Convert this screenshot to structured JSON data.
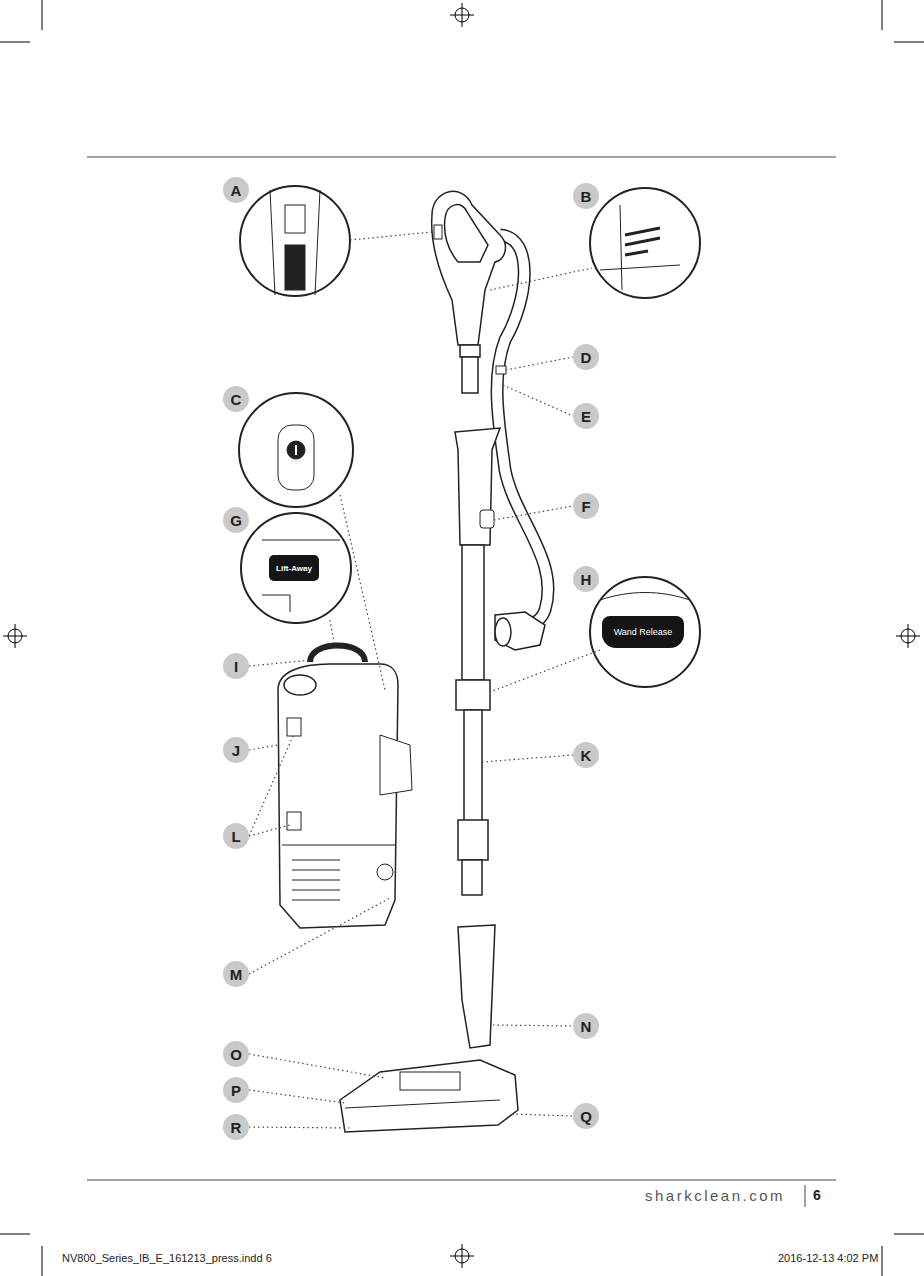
{
  "diagram": {
    "nodes": [
      {
        "text": [
          "A"
        ]
      },
      {
        "text": [
          "B"
        ]
      },
      {
        "text": [
          "C"
        ]
      },
      {
        "text": [
          "D"
        ]
      },
      {
        "text": [
          "E"
        ]
      },
      {
        "text": [
          "F"
        ]
      },
      {
        "text": [
          "G"
        ]
      },
      {
        "text": [
          "Lift-Away"
        ]
      },
      {
        "text": [
          "H"
        ]
      },
      {
        "text": [
          "Wand Release"
        ]
      },
      {
        "text": [
          "I"
        ]
      },
      {
        "text": [
          "J"
        ]
      },
      {
        "text": [
          "K"
        ]
      },
      {
        "text": [
          "L"
        ]
      },
      {
        "text": [
          "M"
        ]
      },
      {
        "text": [
          "N"
        ]
      },
      {
        "text": [
          "O"
        ]
      },
      {
        "text": [
          "P"
        ]
      },
      {
        "text": [
          "Q"
        ]
      },
      {
        "text": [
          "R"
        ]
      }
    ],
    "labels": [
      "sharkclean.com",
      "6",
      "NV800_Series_IB_E_161213_press.indd 6",
      "2016-12-13 4:02 PM"
    ]
  }
}
